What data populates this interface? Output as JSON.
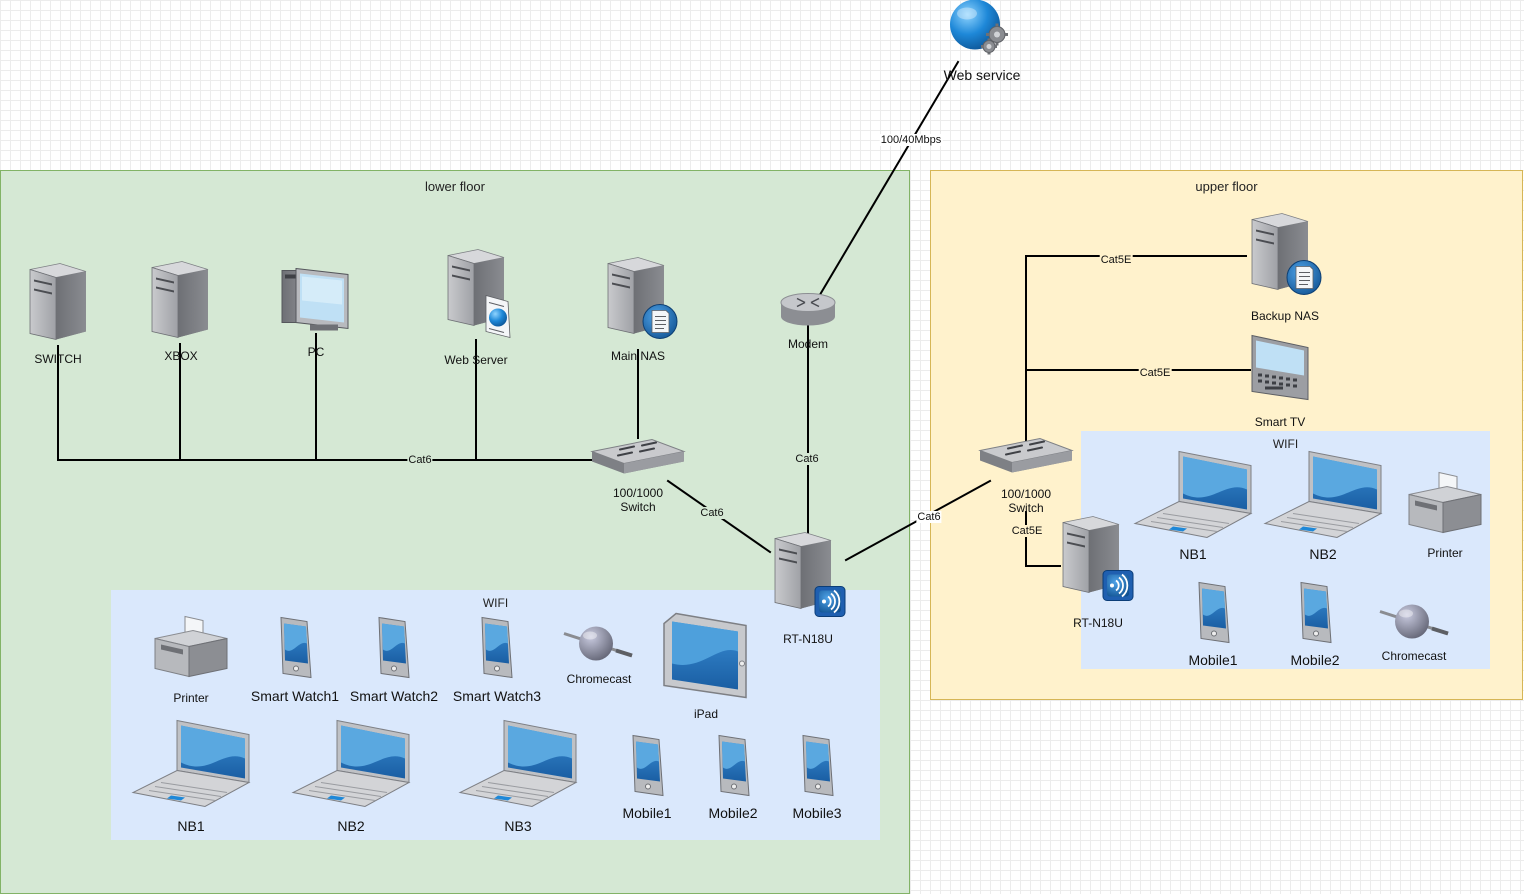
{
  "zones": {
    "lower": "lower floor",
    "upper": "upper floor",
    "wifi_lower": "WIFI",
    "wifi_upper": "WIFI"
  },
  "nodes": {
    "web_service": "Web service",
    "modem": "Modem",
    "switch_dev": "SWITCH",
    "xbox": "XBOX",
    "pc": "PC",
    "web_server": "Web Server",
    "main_nas": "Main NAS",
    "switch_lower": "100/1000\nSwitch",
    "router_lower": "RT-N18U",
    "switch_upper": "100/1000\nSwitch",
    "router_upper": "RT-N18U",
    "backup_nas": "Backup NAS",
    "smart_tv": "Smart TV",
    "lower_printer": "Printer",
    "lower_sw1": "Smart Watch1",
    "lower_sw2": "Smart Watch2",
    "lower_sw3": "Smart Watch3",
    "lower_chromecast": "Chromecast",
    "lower_ipad": "iPad",
    "lower_nb1": "NB1",
    "lower_nb2": "NB2",
    "lower_nb3": "NB3",
    "lower_mobile1": "Mobile1",
    "lower_mobile2": "Mobile2",
    "lower_mobile3": "Mobile3",
    "upper_nb1": "NB1",
    "upper_nb2": "NB2",
    "upper_printer": "Printer",
    "upper_mobile1": "Mobile1",
    "upper_mobile2": "Mobile2",
    "upper_chromecast": "Chromecast"
  },
  "links": {
    "internet": "100/40Mbps",
    "lower_bus": "Cat6",
    "modem_router": "Cat6",
    "switch_router": "Cat6",
    "router_upper_switch": "Cat6",
    "backup_nas": "Cat5E",
    "smart_tv": "Cat5E",
    "upper_router": "Cat5E"
  },
  "colors": {
    "lower_floor_fill": "#d5e8d4",
    "upper_floor_fill": "#fff2cc",
    "wifi_fill": "#dae8fc",
    "device_grey": "#a6a8ad",
    "screen_blue": "#1565a8",
    "wireless_badge": "#1f5fb0"
  },
  "icons": {
    "web_service": "globe-gears-icon",
    "server": "server-tower-icon",
    "switch": "network-switch-icon",
    "router": "wireless-router-icon",
    "laptop": "laptop-icon",
    "phone": "mobile-phone-icon",
    "printer": "printer-icon",
    "chromecast": "chromecast-icon",
    "tablet": "tablet-icon"
  }
}
